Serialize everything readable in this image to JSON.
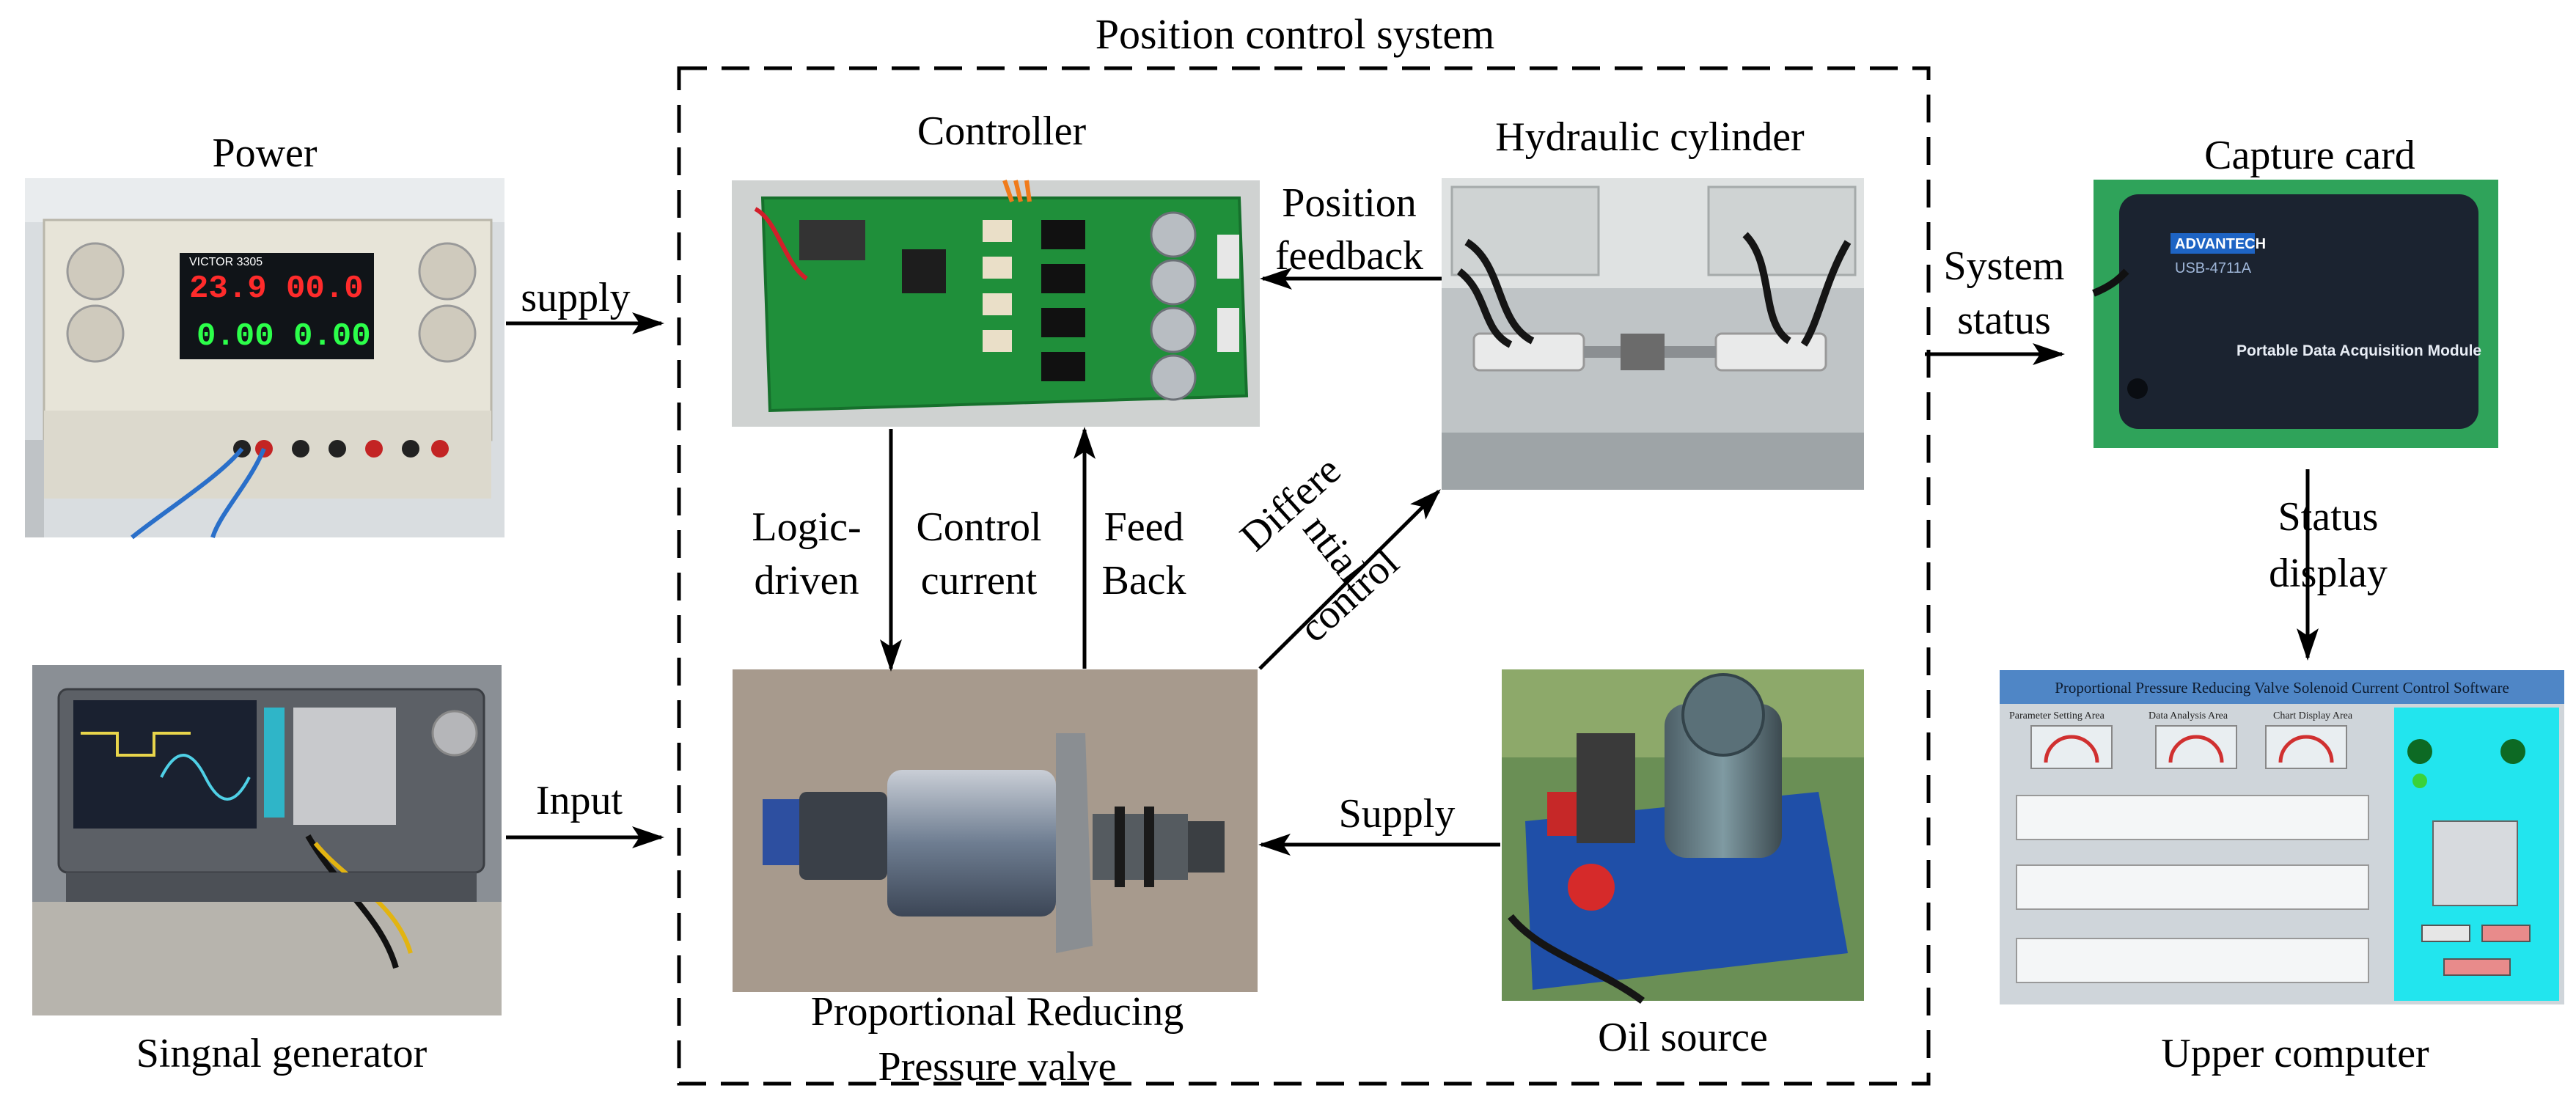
{
  "system_title": "Position control system",
  "components": {
    "power": "Power",
    "signal_generator": "Singnal generator",
    "controller": "Controller",
    "hydraulic_cylinder": "Hydraulic cylinder",
    "valve_line1": "Proportional Reducing",
    "valve_line2": "Pressure valve",
    "oil_source": "Oil source",
    "capture_card": "Capture card",
    "upper_computer": "Upper computer"
  },
  "arrows": {
    "supply_power": "supply",
    "input": "Input",
    "position_feedback_1": "Position",
    "position_feedback_2": "feedback",
    "system_status_1": "System",
    "system_status_2": "status",
    "status_display_1": "Status",
    "status_display_2": "display",
    "logic_driven_1": "Logic-",
    "logic_driven_2": "driven",
    "control_current_1": "Control",
    "control_current_2": "current",
    "feed_back_1": "Feed",
    "feed_back_2": "Back",
    "diff_1": "Differe",
    "diff_2": "ntial",
    "diff_3": "control",
    "supply_oil": "Supply"
  },
  "photo_text": {
    "power_display_top_left": "23.9",
    "power_display_top_right": "00.0",
    "power_display_bottom_left": "0.00",
    "power_display_bottom_right": "0.00",
    "power_brand": "VICTOR 3305",
    "capture_brand": "ADVANTECH",
    "capture_model": "USB-4711A",
    "capture_caption": "Portable Data Acquisition Module",
    "software_title": "Proportional Pressure Reducing Valve Solenoid Current Control Software",
    "software_tab_1": "Parameter Setting Area",
    "software_tab_2": "Data Analysis Area",
    "software_tab_3": "Chart Display Area"
  },
  "colors": {
    "pcb_green": "#1f8f3a",
    "software_cyan": "#22e5ee",
    "software_header": "#4f86c6",
    "display_red": "#ff2b2b",
    "display_green": "#2cff4a",
    "oil_source_blue": "#1f4fa8"
  }
}
